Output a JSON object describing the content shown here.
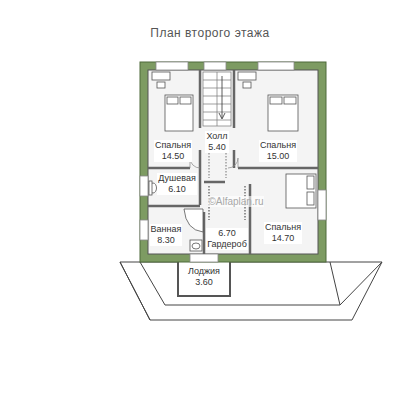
{
  "diagram": {
    "title": "План второго этажа",
    "nodes": [
      {
        "text": [
          "Спальня",
          "14.50"
        ]
      },
      {
        "text": [
          "Холл",
          "5.40"
        ]
      },
      {
        "text": [
          "Спальня",
          "15.00"
        ]
      },
      {
        "text": [
          "Душевая",
          "6.10"
        ]
      },
      {
        "text": [
          "Ванная",
          "8.30"
        ]
      },
      {
        "text": [
          "6.70",
          "Гардероб"
        ]
      },
      {
        "text": [
          "Спальня",
          "14.70"
        ]
      },
      {
        "text": [
          "Лоджия",
          "3.60"
        ]
      }
    ],
    "labels": [
      "©Alfaplan.ru"
    ]
  }
}
